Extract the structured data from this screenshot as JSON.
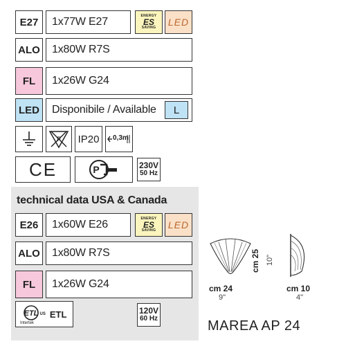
{
  "eu_rows": [
    {
      "code": "E27",
      "spec": "1x77W E27"
    },
    {
      "code": "ALO",
      "spec": "1x80W R7S"
    },
    {
      "code": "FL",
      "spec": "1x26W G24"
    },
    {
      "code": "LED",
      "spec": "Disponibile / Available",
      "option": "L"
    }
  ],
  "energy_badge": {
    "top": "ENERGY",
    "main": "ES",
    "bottom": "SAVING"
  },
  "led_badge": "LED",
  "certs": {
    "ip": "IP20",
    "distance": "0,3m",
    "ce": "CE",
    "voltage_eu": {
      "v": "230V",
      "hz": "50 Hz"
    },
    "voltage_us": {
      "v": "120V",
      "hz": "60 Hz"
    },
    "etl": "ETL",
    "etl_sub": "Intertek",
    "etl_ul": "US"
  },
  "usa_section": {
    "title": "technical data USA & Canada",
    "rows": [
      {
        "code": "E26",
        "spec": "1x60W E26"
      },
      {
        "code": "ALO",
        "spec": "1x80W R7S"
      },
      {
        "code": "FL",
        "spec": "1x26W G24"
      }
    ]
  },
  "dimensions": {
    "width_cm": "cm 24",
    "width_in": "9\"",
    "height_cm": "cm 25",
    "height_in": "10\"",
    "depth_cm": "cm 10",
    "depth_in": "4\""
  },
  "product_name": "MAREA AP 24"
}
